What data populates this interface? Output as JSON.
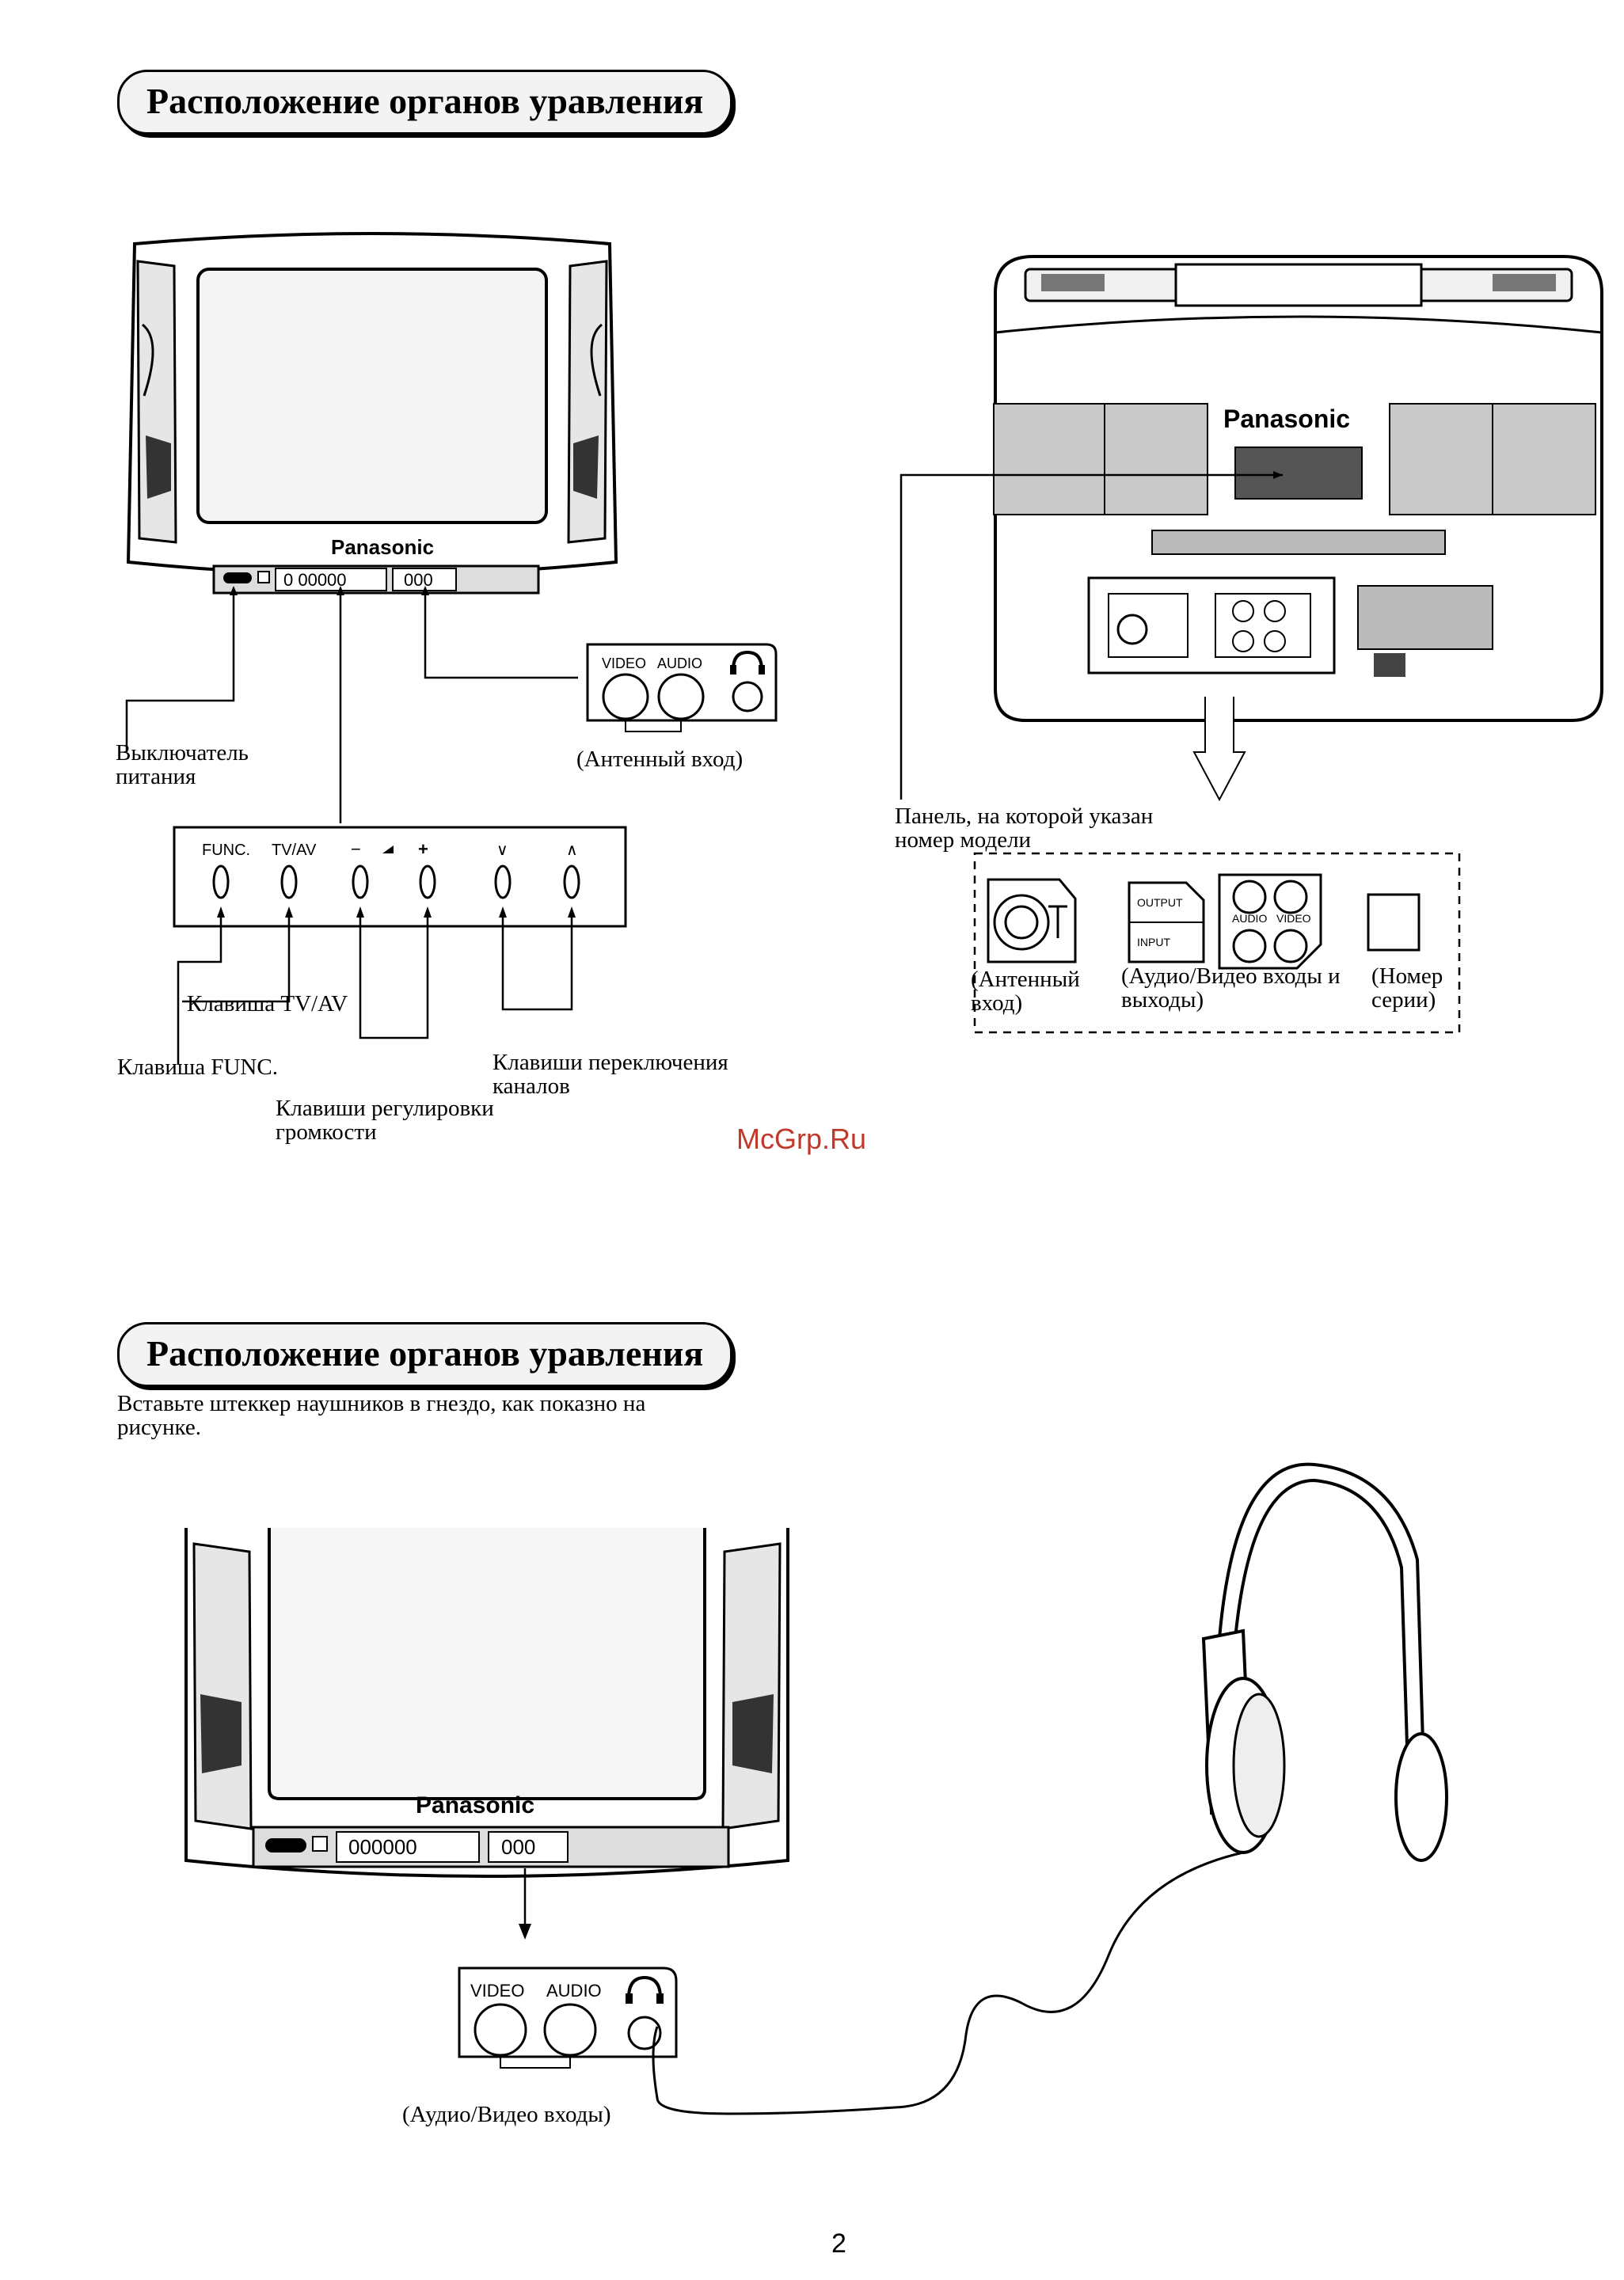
{
  "section1": {
    "title": "Расположение органов уравления",
    "tv_brand": "Panasonic",
    "front_panel_digits_left": "0 00000",
    "front_panel_digits_right": "000",
    "jack_panel": {
      "video_label": "VIDEO",
      "audio_label": "AUDIO"
    },
    "antenna_input_caption": "(Антенный вход)",
    "power_switch_label_line1": "Выключатель",
    "power_switch_label_line2": "питания",
    "buttons": {
      "func": "FUNC.",
      "tvav": "TV/AV",
      "vol_minus": "−",
      "vol_plus": "+",
      "ch_down": "∨",
      "ch_up": "∧"
    },
    "tvav_key_label": "Клавиша TV/AV",
    "func_key_label": "Клавиша FUNC.",
    "volume_keys_line1": "Клавиши регулировки",
    "volume_keys_line2": "громкости",
    "channel_keys_line1": "Клавиши переключения",
    "channel_keys_line2": "каналов",
    "back_brand": "Panasonic",
    "model_panel_line1": "Панель, на которой указан",
    "model_panel_line2": "номер модели",
    "detail": {
      "output_label": "OUTPUT",
      "input_label": "INPUT",
      "audio_label": "AUDIO",
      "video_label": "VIDEO",
      "antenna_line1": "(Антенный",
      "antenna_line2": "вход)",
      "av_line1": "(Аудио/Видео входы и",
      "av_line2": "выходы)",
      "serial_line1": "(Номер",
      "serial_line2": "серии)"
    }
  },
  "watermark": "McGrp.Ru",
  "section2": {
    "title": "Расположение органов уравления",
    "instruction_line1": "Вставьте штеккер наушников в гнездо, как показно на",
    "instruction_line2": "рисунке.",
    "tv_brand": "Panasonic",
    "front_panel_digits_left": "000000",
    "front_panel_digits_right": "000",
    "jack_panel": {
      "video_label": "VIDEO",
      "audio_label": "AUDIO"
    },
    "av_inputs_caption": "(Аудио/Видео входы)"
  },
  "page_number": "2"
}
